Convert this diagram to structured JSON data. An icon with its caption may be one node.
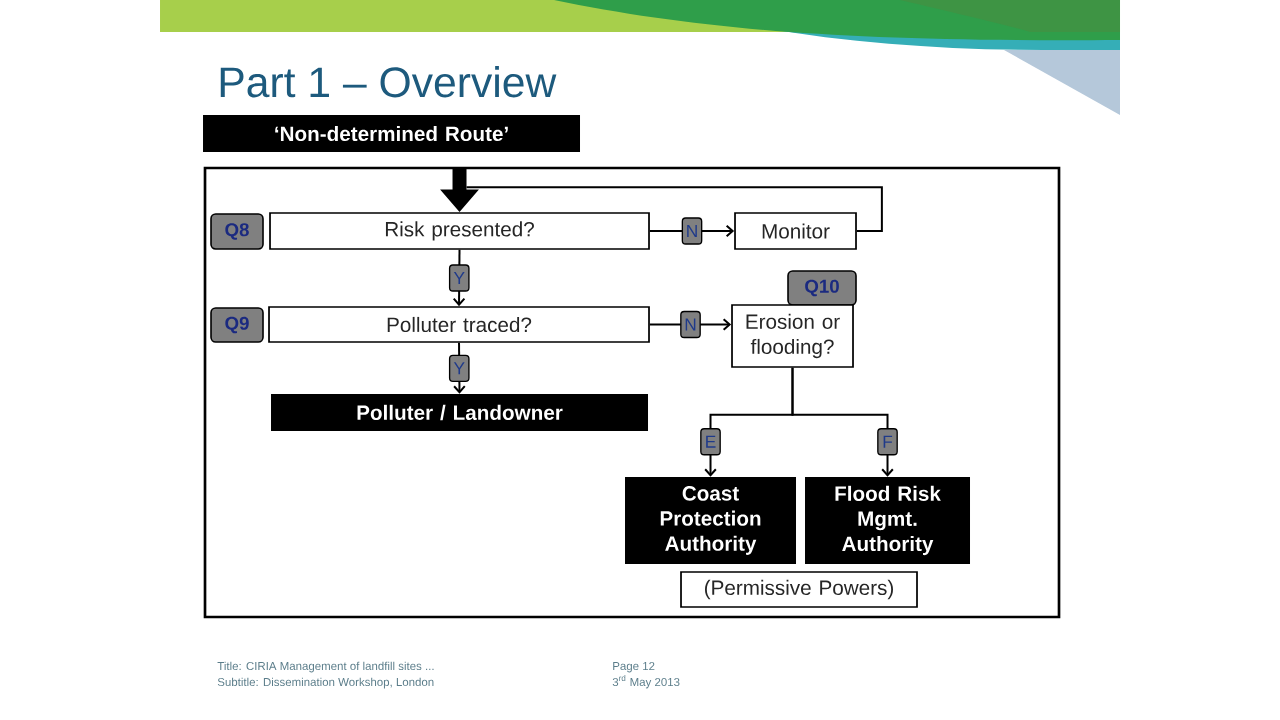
{
  "diagram": {
    "title": "Part 1 – Overview",
    "nodes": [
      {
        "text": [
          "‘Non-determined Route’"
        ]
      },
      {
        "text": [],
        "shape": "box"
      },
      {
        "text": [
          "Q8"
        ],
        "in": 1
      },
      {
        "text": [
          "Risk presented?"
        ],
        "in": 1
      },
      {
        "text": [
          "Monitor"
        ],
        "in": 1
      },
      {
        "text": [
          "Q10"
        ],
        "in": 1
      },
      {
        "text": [
          "Q9"
        ],
        "in": 1
      },
      {
        "text": [
          "Polluter traced?"
        ],
        "in": 1
      },
      {
        "text": [
          "Erosion or flooding?"
        ],
        "in": 1
      },
      {
        "text": [
          "Polluter / Landowner"
        ],
        "in": 1
      },
      {
        "text": [
          "Coast Protection Authority"
        ],
        "in": 1
      },
      {
        "text": [
          "Flood Risk Mgmt. Authority"
        ],
        "in": 1
      },
      {
        "text": [
          "(Permissive Powers)"
        ],
        "in": 1
      }
    ],
    "edges": [
      {
        "from": null,
        "to": 3,
        "arrow": "to",
        "style": "thick"
      },
      {
        "from": 3,
        "to": 4,
        "label": "N",
        "arrow": "to"
      },
      {
        "from": 4,
        "to": 3,
        "arrow": "to"
      },
      {
        "from": 3,
        "to": 7,
        "label": "Y",
        "arrow": "to"
      },
      {
        "from": 7,
        "to": 8,
        "label": "N",
        "arrow": "to"
      },
      {
        "from": 7,
        "to": 9,
        "label": "Y",
        "arrow": "to"
      },
      {
        "from": 8,
        "to": 10,
        "label": "E",
        "arrow": "to"
      },
      {
        "from": 8,
        "to": 11,
        "label": "F",
        "arrow": "to"
      }
    ],
    "labels": [
      "Title: CIRIA Management of landfill sites ...",
      "Subtitle: Dissemination Workshop, London",
      "Page 12",
      "3$^{rd}$ May 2013"
    ]
  }
}
